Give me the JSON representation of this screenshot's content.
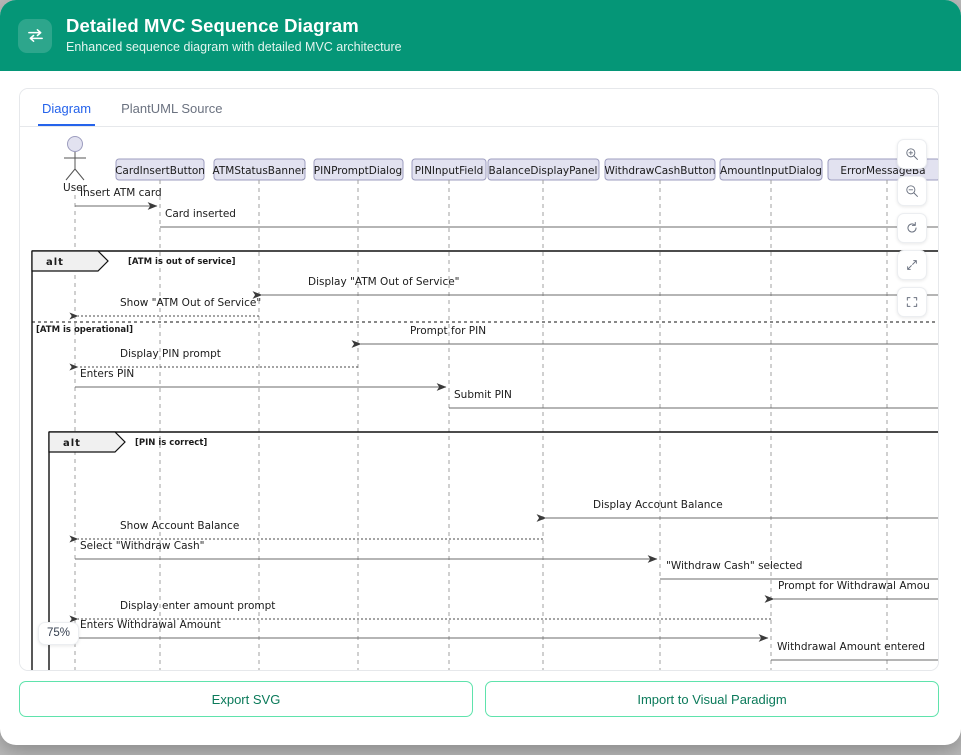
{
  "header": {
    "icon": "exchange-arrows-icon",
    "title": "Detailed MVC Sequence Diagram",
    "subtitle": "Enhanced sequence diagram with detailed MVC architecture",
    "accent_color": "#059677"
  },
  "tabs": [
    {
      "label": "Diagram",
      "active": true
    },
    {
      "label": "PlantUML Source",
      "active": false
    }
  ],
  "toolbar": {
    "buttons": [
      {
        "name": "zoom-in-icon",
        "title": "Zoom in"
      },
      {
        "name": "zoom-out-icon",
        "title": "Zoom out"
      },
      {
        "name": "reset-icon",
        "title": "Reset"
      },
      {
        "name": "fit-icon",
        "title": "Fit to screen"
      },
      {
        "name": "fullscreen-icon",
        "title": "Fullscreen"
      }
    ],
    "zoom_level": "75%"
  },
  "footer": {
    "export_label": "Export SVG",
    "import_label": "Import to Visual Paradigm",
    "border_color": "#5fe3ac",
    "text_color": "#0b7a5a"
  },
  "diagram": {
    "type": "uml-sequence",
    "actor": "User",
    "participants": [
      "CardInsertButton",
      "ATMStatusBanner",
      "PINPromptDialog",
      "PINInputField",
      "BalanceDisplayPanel",
      "WithdrawCashButton",
      "AmountInputDialog",
      "ErrorMessageBa"
    ],
    "fragments": [
      {
        "label": "alt",
        "guards": [
          "[ATM is out of service]",
          "[ATM is operational]"
        ]
      },
      {
        "label": "alt",
        "guards": [
          "[PIN is correct]"
        ]
      }
    ],
    "messages": [
      {
        "text": "Insert ATM card",
        "style": "solid"
      },
      {
        "text": "Card inserted",
        "style": "solid"
      },
      {
        "text": "Display \"ATM Out of Service\"",
        "style": "solid"
      },
      {
        "text": "Show \"ATM Out of Service\"",
        "style": "dotted"
      },
      {
        "text": "Prompt for PIN",
        "style": "solid"
      },
      {
        "text": "Display PIN prompt",
        "style": "dotted"
      },
      {
        "text": "Enters PIN",
        "style": "solid"
      },
      {
        "text": "Submit PIN",
        "style": "solid"
      },
      {
        "text": "Display Account Balance",
        "style": "solid"
      },
      {
        "text": "Show Account Balance",
        "style": "dotted"
      },
      {
        "text": "Select \"Withdraw Cash\"",
        "style": "solid"
      },
      {
        "text": "\"Withdraw Cash\" selected",
        "style": "solid"
      },
      {
        "text": "Prompt for Withdrawal Amou",
        "style": "solid"
      },
      {
        "text": "Display enter amount prompt",
        "style": "dotted"
      },
      {
        "text": "Enters Withdrawal Amount",
        "style": "solid"
      },
      {
        "text": "Withdrawal Amount entered",
        "style": "solid"
      }
    ]
  }
}
